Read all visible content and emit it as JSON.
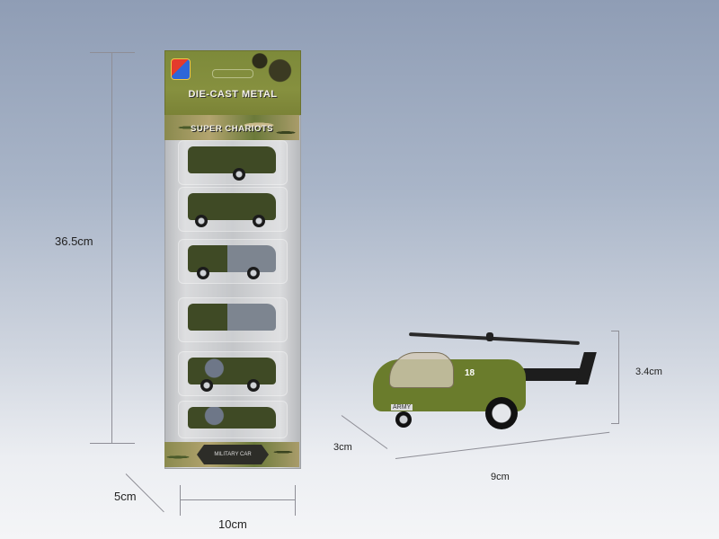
{
  "package": {
    "brand_title": "DIE-CAST METAL",
    "series_title": "SUPER CHARIOTS",
    "footer_badge": "MILITARY CAR",
    "slots": [
      {
        "vehicle": "helicopter",
        "style": "green"
      },
      {
        "vehicle": "armored-car",
        "style": "green"
      },
      {
        "vehicle": "military-truck",
        "style": "grey"
      },
      {
        "vehicle": "transport-truck",
        "style": "grey"
      },
      {
        "vehicle": "amphibious-vehicle",
        "style": "camo"
      },
      {
        "vehicle": "tank",
        "style": "camo"
      }
    ]
  },
  "package_dimensions": {
    "height": "36.5cm",
    "width": "10cm",
    "depth": "5cm"
  },
  "helicopter": {
    "number": "18",
    "marking": "ARMY"
  },
  "helicopter_dimensions": {
    "height": "3.4cm",
    "length": "9cm",
    "width": "3cm"
  },
  "colors": {
    "army_green": "#6a7c2c",
    "background_top": "#8f9db5",
    "background_bottom": "#f4f5f7",
    "dimension_line": "#8e8e96"
  }
}
